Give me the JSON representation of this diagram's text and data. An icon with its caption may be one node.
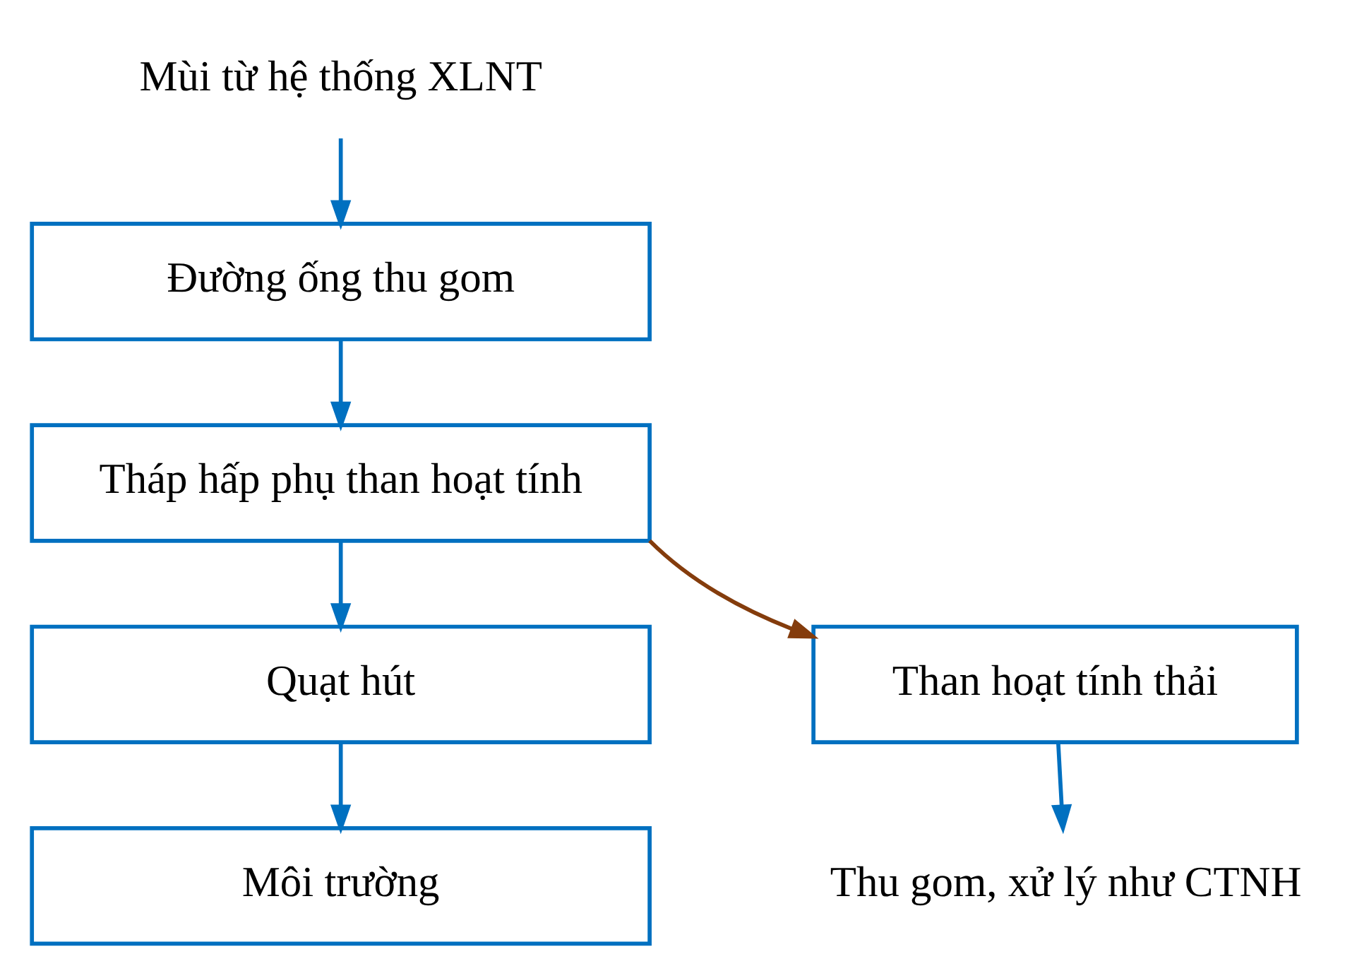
{
  "diagram": {
    "nodes": [
      {
        "text": [
          "Mùi từ hệ thống XLNT"
        ]
      },
      {
        "text": [
          "Đường ống thu gom"
        ]
      },
      {
        "text": [
          "Tháp hấp phụ than hoạt tính"
        ]
      },
      {
        "text": [
          "Quạt hút"
        ]
      },
      {
        "text": [
          "Môi trường"
        ]
      },
      {
        "text": [
          "Than hoạt tính thải"
        ]
      },
      {
        "text": [
          "Thu gom, xử lý như CTNH"
        ]
      }
    ],
    "edges": [
      {
        "from": 0,
        "to": 1,
        "arrow": "to"
      },
      {
        "from": 1,
        "to": 2,
        "arrow": "to"
      },
      {
        "from": 2,
        "to": 3,
        "arrow": "to"
      },
      {
        "from": 3,
        "to": 4,
        "arrow": "to"
      },
      {
        "from": 2,
        "to": 5,
        "arrow": "to",
        "color": "#843c0c"
      },
      {
        "from": 5,
        "to": 6,
        "arrow": "to"
      }
    ]
  }
}
